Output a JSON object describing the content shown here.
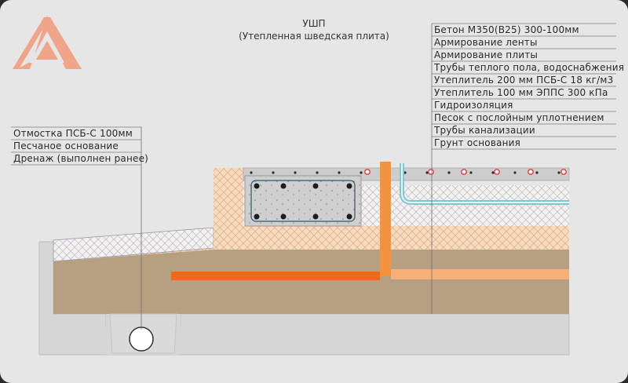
{
  "title": "УШП",
  "subtitle": "(Утепленная шведская плита)",
  "right_labels": [
    "Бетон М350(В25) 300-100мм",
    "Армирование ленты",
    "Армирование плиты",
    "Трубы теплого пола, водоснабжения",
    "Утеплитель 200 мм ПСБ-С 18 кг/м3",
    "Утеплитель 100 мм ЭППС 300 кПа",
    "Гидроизоляция",
    "Песок с послойным уплотнением",
    "Трубы канализации",
    "Грунт основания"
  ],
  "left_labels": [
    "Отмостка ПСБ-С 100мм",
    "Песчаное основание",
    "Дренаж (выполнен ранее)"
  ],
  "colors": {
    "background": "#e6e6e6",
    "logo": "#f0a58a",
    "soil": "#b59f7f",
    "sand": "#f4dcc0",
    "eps": "#f3efee",
    "concrete": "#cfcfcf",
    "sewer_pipe": "#f38a3c",
    "floor_heating": "#e0393b",
    "water_pipe": "#7fc7cf"
  }
}
